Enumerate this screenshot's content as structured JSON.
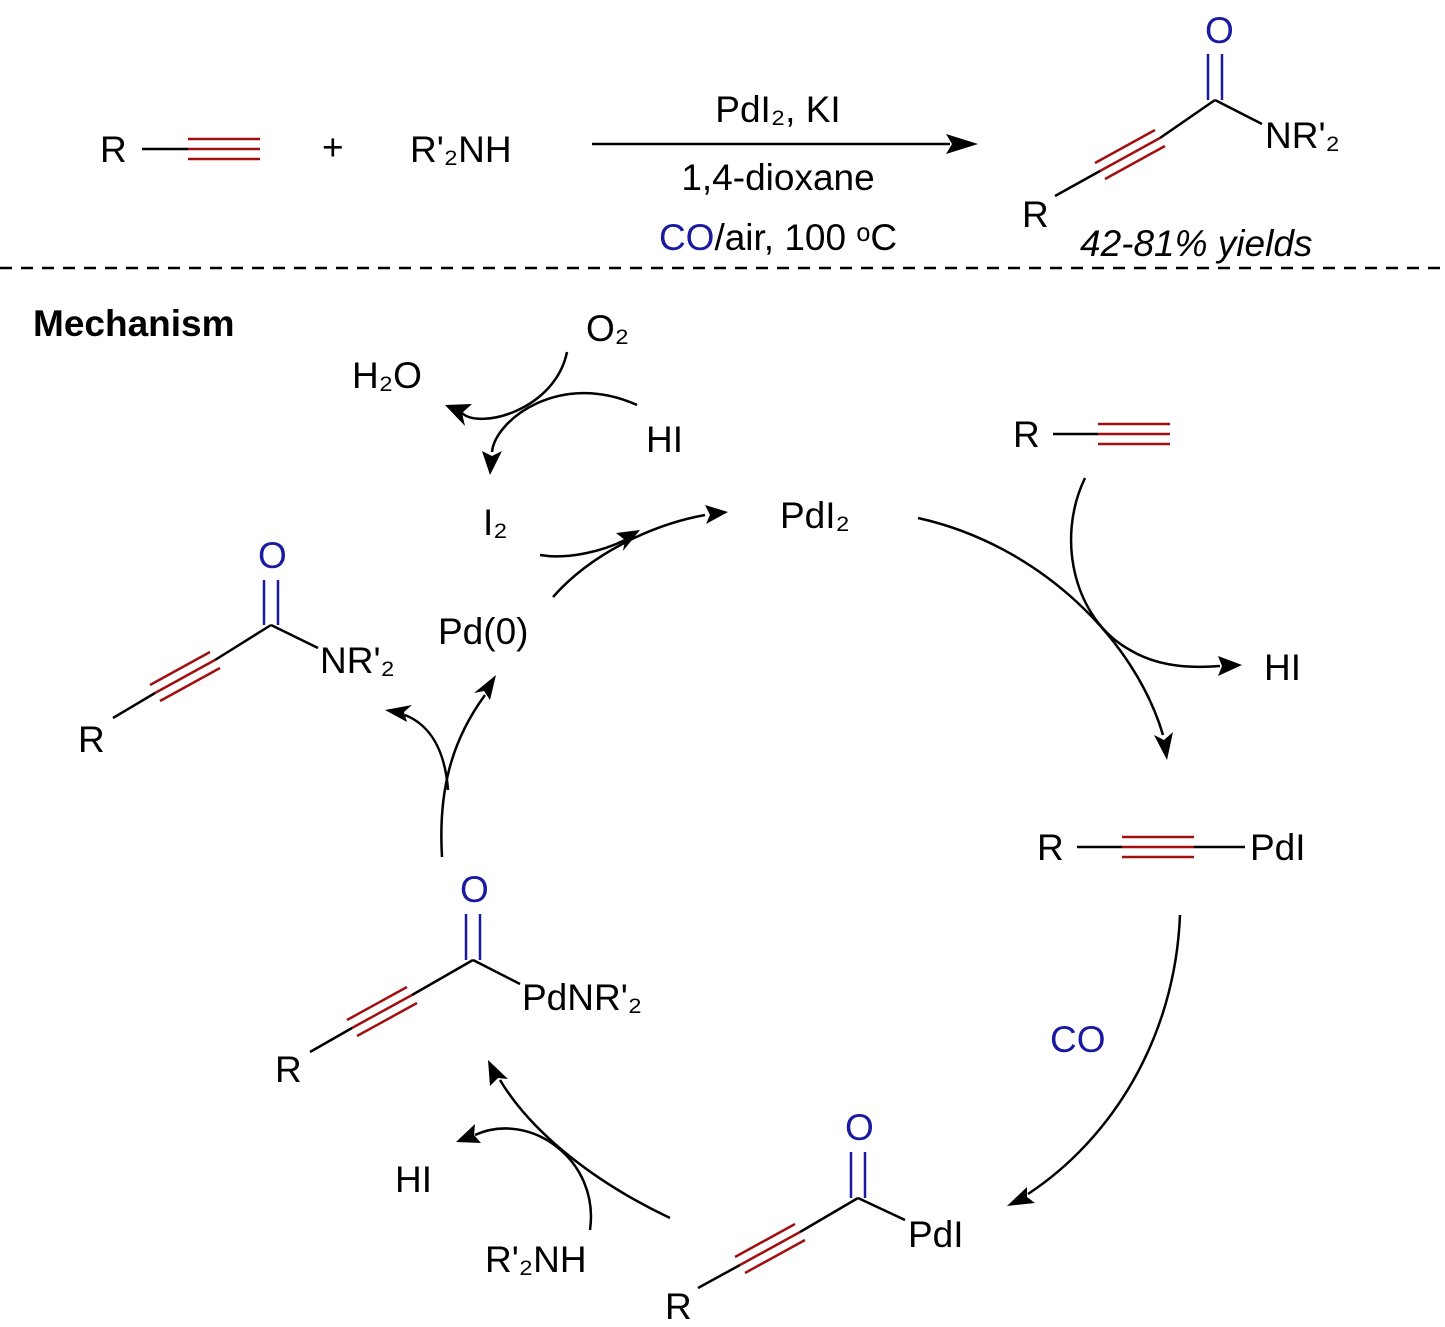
{
  "reaction": {
    "alkyne_r": "R",
    "plus": "+",
    "amine": "R'₂NH",
    "cond1": "PdI₂, KI",
    "cond2": "1,4-dioxane",
    "cond3_co": "CO",
    "cond3_rest": "/air, 100 ᵒC",
    "prod_o": "O",
    "prod_n": "NR'₂",
    "prod_r": "R",
    "yield": "42-81% yields"
  },
  "mechanism": {
    "title": "Mechanism",
    "o2": "O₂",
    "h2o": "H₂O",
    "hi_top": "HI",
    "i2": "I₂",
    "pdi2": "PdI₂",
    "pd0": "Pd(0)",
    "alkyne_r": "R",
    "hi_right": "HI",
    "alkynyl_r": "R",
    "alkynyl_pd": "PdI",
    "co": "CO",
    "acyl_o": "O",
    "acyl_pd": "PdI",
    "acyl_r": "R",
    "amido_o": "O",
    "amido_pd": "PdNR'₂",
    "amido_r": "R",
    "hi_left": "HI",
    "amine": "R'₂NH",
    "prod_o": "O",
    "prod_n": "NR'₂",
    "prod_r": "R"
  },
  "colors": {
    "triple_bond": "#a01010",
    "carbonyl": "#1a1aa0"
  }
}
